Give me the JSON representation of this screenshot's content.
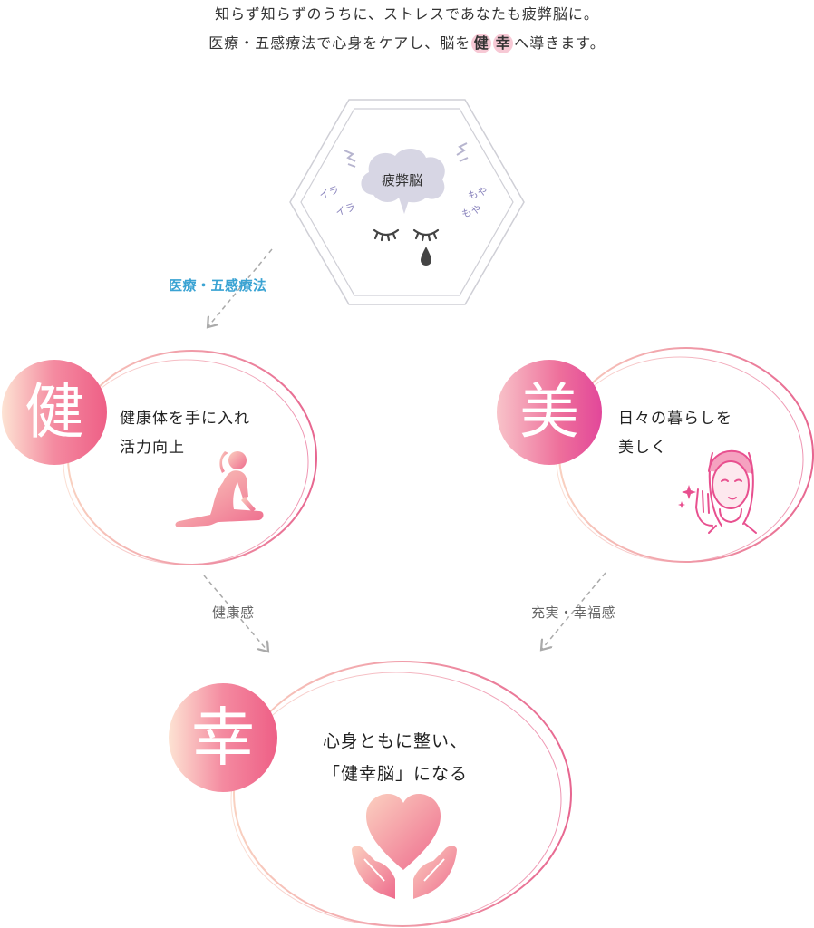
{
  "intro": {
    "line1": "知らず知らずのうちに、ストレスであなたも疲弊脳に。",
    "line2_pre": "医療・五感療法で心身をケアし、脳を",
    "chip1": "健",
    "chip2": "幸",
    "line2_post": "へ導きます。"
  },
  "top": {
    "brain_label": "疲弊脳",
    "mood_left_1": "イラ",
    "mood_left_2": "イラ",
    "mood_right_1": "もや",
    "mood_right_2": "もや"
  },
  "arrows": {
    "therapy": "医療・五感療法",
    "health": "健康感",
    "fulfill": "充実・幸福感"
  },
  "cards": {
    "ken": {
      "badge": "健",
      "line1": "健康体を手に入れ",
      "line2": "活力向上",
      "icon": "stretching-woman-icon"
    },
    "bi": {
      "badge": "美",
      "line1": "日々の暮らしを",
      "line2": "美しく",
      "icon": "beauty-face-icon"
    },
    "kou": {
      "badge": "幸",
      "line1": "心身ともに整い、",
      "line2": "「健幸脳」になる",
      "icon": "heart-hands-icon"
    }
  },
  "colors": {
    "pink": "#ea5d8c",
    "peach": "#f9c8b5",
    "lavender": "#d7d6e4",
    "blue": "#3aa3d3"
  }
}
